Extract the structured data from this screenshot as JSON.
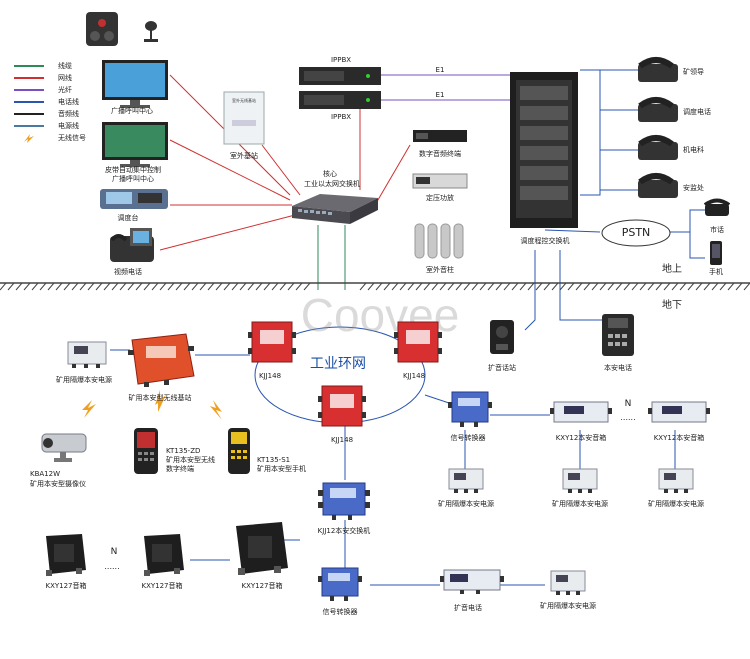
{
  "legend": [
    {
      "label": "线缆",
      "color": "#2e8b57"
    },
    {
      "label": "网线",
      "color": "#d03030"
    },
    {
      "label": "光纤",
      "color": "#7a50c0"
    },
    {
      "label": "电话线",
      "color": "#2a55b0"
    },
    {
      "label": "音频线",
      "color": "#222222"
    },
    {
      "label": "电源线",
      "color": "#4a7aa0"
    },
    {
      "label": "无线信号",
      "color": "#f0a020"
    }
  ],
  "labels": {
    "broadcast_center": "广播呼叫中心",
    "belt_control": "皮带自动集中控制",
    "belt_broadcast": "广播呼叫中心",
    "dispatch_desk": "调度台",
    "video_phone": "视频电话",
    "outdoor_base": "室外基站",
    "ippbx_top": "IPPBX",
    "ippbx_bottom": "IPPBX",
    "e1_top": "E1",
    "e1_bottom": "E1",
    "core": "核心",
    "core_switch": "工业以太网交换机",
    "digital_audio": "数字音频终端",
    "amplifier": "定压功放",
    "outdoor_speaker": "室外音柱",
    "dispatch_exchange": "调度程控交换机",
    "phone_leader": "矿领导",
    "phone_dispatch": "调度电话",
    "phone_mech": "机电科",
    "phone_safety": "安监处",
    "pstn": "PSTN",
    "city_phone": "市话",
    "mobile": "手机",
    "surface": "地上",
    "underground": "地下",
    "ring_network": "工业环网",
    "kjj148_a": "KJJ148",
    "kjj148_b": "KJJ148",
    "kjj148_c": "KJJ148",
    "expand_station": "扩音话站",
    "safety_phone": "本安电话",
    "isolated_power_tl": "矿用隔爆本安电源",
    "wireless_base": "矿用本安型无线基站",
    "kba12w": "KBA12W",
    "camera": "矿用本安型摄像仪",
    "kt135zd_1": "KT135-ZD",
    "kt135zd_2": "矿用本安型无线",
    "kt135zd_3": "数字终端",
    "kt135s1_1": "KT135-S1",
    "kt135s1_2": "矿用本安型手机",
    "signal_converter_1": "信号转换器",
    "kxy12_1": "KXY12本安音箱",
    "kxy12_2": "KXY12本安音箱",
    "n_right": "N",
    "isolated_power_1": "矿用隔爆本安电源",
    "isolated_power_2": "矿用隔爆本安电源",
    "isolated_power_3": "矿用隔爆本安电源",
    "kjj12": "KJJ12本安交换机",
    "signal_converter_2": "信号转换器",
    "amp_phone": "扩音电话",
    "isolated_power_4": "矿用隔爆本安电源",
    "kxy127_1": "KXY127音箱",
    "kxy127_2": "KXY127音箱",
    "kxy127_3": "KXY127音箱",
    "n_left": "N",
    "box_panel_text": "室外无线基站",
    "watermark": "Coovee"
  }
}
